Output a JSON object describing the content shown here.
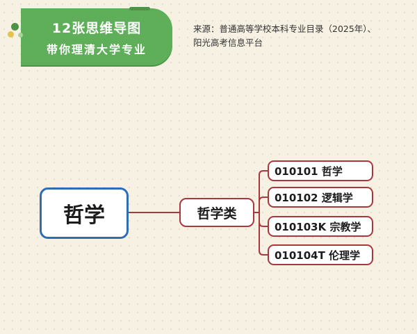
{
  "banner": {
    "line1": "12张思维导图",
    "line2": "带你理清大学专业"
  },
  "source": {
    "line1": "来源：普通高等学校本科专业目录（2025年）、",
    "line2": "阳光高考信息平台"
  },
  "mindmap": {
    "root": "哲学",
    "category": "哲学类",
    "majors": [
      "010101 哲学",
      "010102 逻辑学",
      "010103K 宗教学",
      "010104T 伦理学"
    ]
  },
  "colors": {
    "banner": "#5fae5a",
    "root_border": "#2e6db4",
    "branch": "#a9373b",
    "background": "#f6f1e3"
  }
}
